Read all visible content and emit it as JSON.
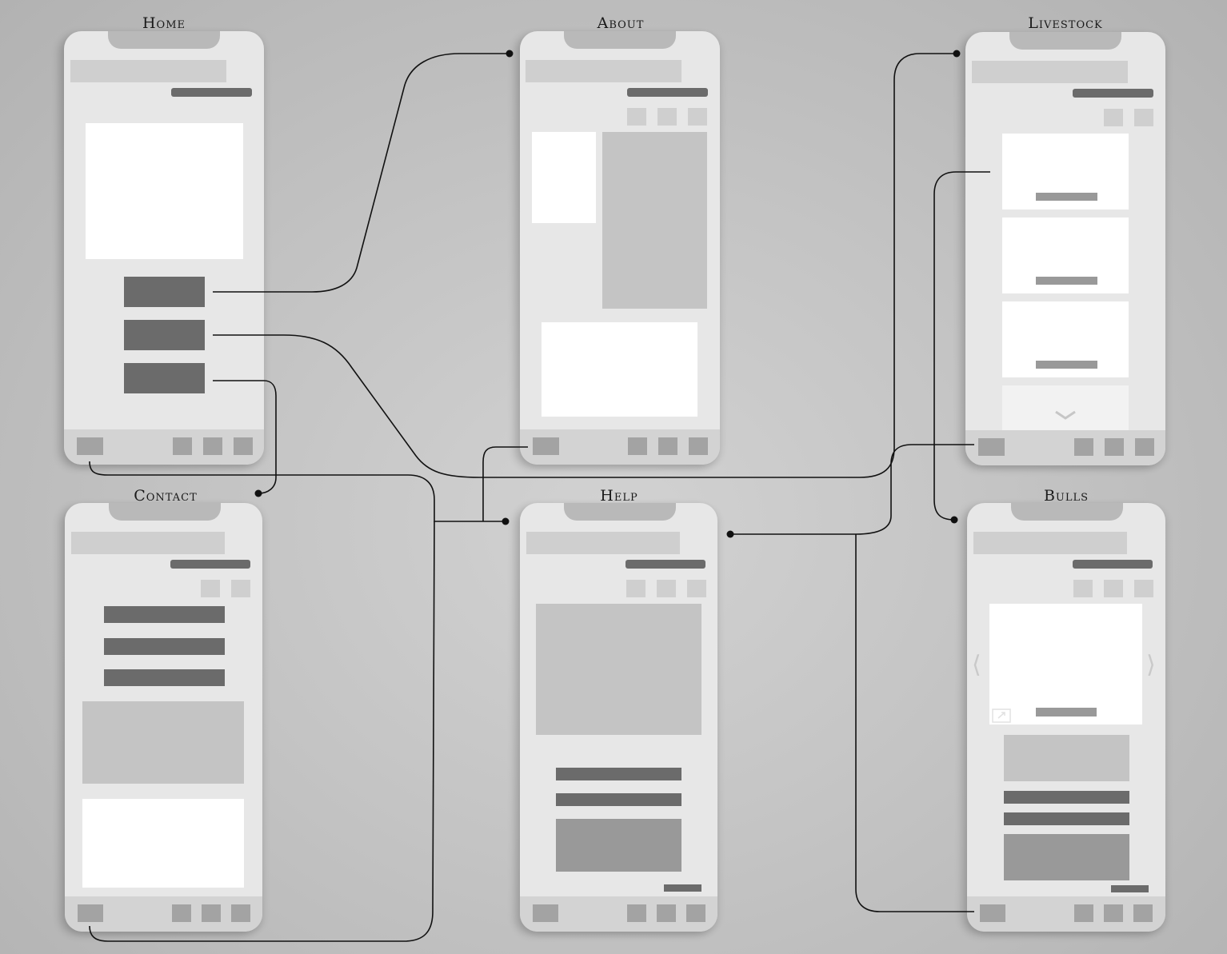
{
  "screens": {
    "home": {
      "title": "Home"
    },
    "about": {
      "title": "About"
    },
    "livestock": {
      "title": "Livestock"
    },
    "contact": {
      "title": "Contact"
    },
    "help": {
      "title": "Help"
    },
    "bulls": {
      "title": "Bulls"
    }
  },
  "connections": [
    {
      "from": "home-button-1",
      "to": "about"
    },
    {
      "from": "home-button-2",
      "to": "livestock"
    },
    {
      "from": "home-button-3",
      "to": "contact"
    },
    {
      "from": "home-footer-home",
      "to": "help"
    },
    {
      "from": "about-footer-home",
      "to": "help"
    },
    {
      "from": "livestock-footer-home",
      "to": "help"
    },
    {
      "from": "contact-footer-home",
      "to": "help"
    },
    {
      "from": "livestock-card-1",
      "to": "bulls"
    },
    {
      "from": "bulls-footer-home",
      "to": "help"
    }
  ],
  "colors": {
    "background": "#c4c4c4",
    "screen": "#e7e7e7",
    "dark_bar": "#6b6b6b",
    "connector": "#111111"
  }
}
